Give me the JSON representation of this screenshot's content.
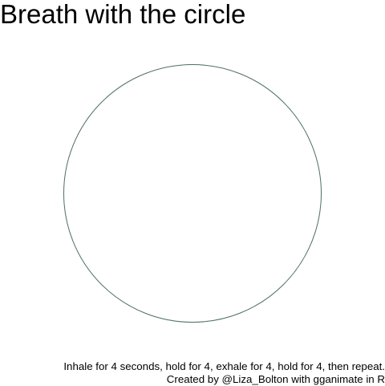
{
  "title": "Breath with the circle",
  "caption": {
    "line1": "Inhale for 4 seconds, hold for 4, exhale for 4, hold for 4, then repeat.",
    "line2": "Created by @Liza_Bolton with gganimate in R"
  },
  "circle": {
    "stroke_color": "#4e6e6a",
    "fill": "none"
  }
}
